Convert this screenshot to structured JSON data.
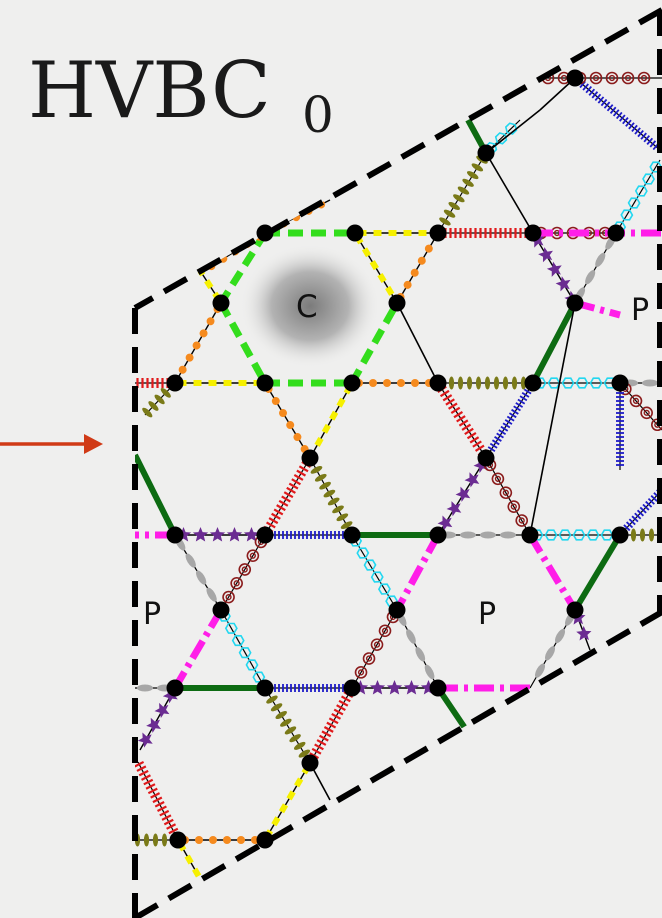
{
  "title": {
    "main": "HVBC",
    "subscript": "0"
  },
  "labels": {
    "cluster": "C",
    "plaquette": "P"
  },
  "palette": {
    "background": "#efefee",
    "boundary": "#000000",
    "arrow": "#d03a16",
    "node": "#000000",
    "red": "#e0191b",
    "yellow": "#f6f000",
    "orange": "#f58a1e",
    "green_dash": "#33dd1c",
    "olive": "#7a7a18",
    "dark_green": "#0d6b12",
    "purple": "#6b2c92",
    "magenta": "#ff1ee8",
    "gray": "#a7a7a7",
    "cyan": "#22d7f0",
    "blue": "#1d1bc7",
    "brown": "#8b1c1c"
  }
}
